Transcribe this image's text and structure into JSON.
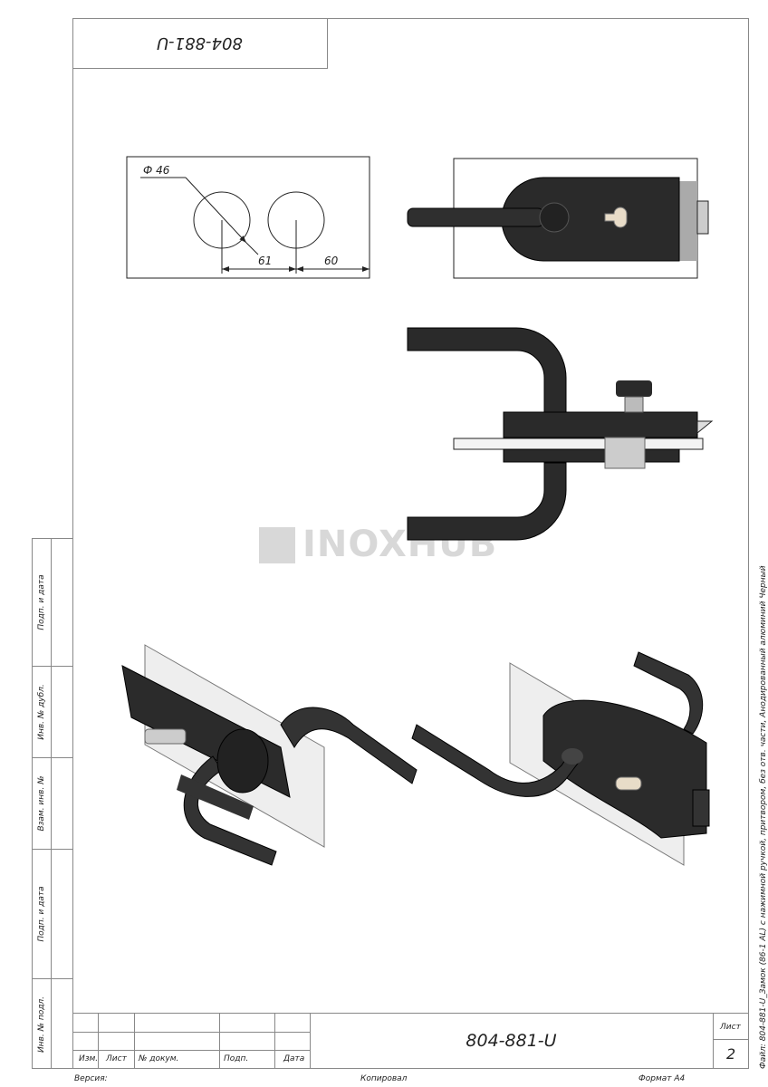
{
  "document": {
    "code_top_rotated": "804-881-U",
    "dimensions": {
      "diameter": "Ф 46",
      "spacing_1": "61",
      "spacing_2": "60"
    },
    "watermark": "INOXHUB",
    "file_label": "Файл: 804-881-U_Замок (86-1 AL) с нажимной ручкой, притвором, без отв. части, Анодированный алюминий Черный"
  },
  "left_stamp": [
    "Подп. и дата",
    "Инв. № дубл.",
    "Взам. инв. №",
    "Подп. и дата",
    "Инв. № подл."
  ],
  "title_block": {
    "columns": [
      "Изм.",
      "Лист",
      "№ докум.",
      "Подп.",
      "Дата"
    ],
    "designation": "804-881-U",
    "sheet_label": "Лист",
    "sheet_number": "2"
  },
  "footer": {
    "version": "Версия:",
    "copied": "Копировал",
    "format": "Формат А4"
  }
}
